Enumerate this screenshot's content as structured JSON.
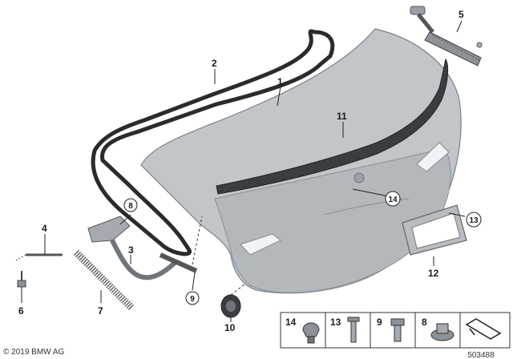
{
  "copyright": "© 2019 BMW AG",
  "diagram_id": "503488",
  "callouts": {
    "c1": "1",
    "c2": "2",
    "c3": "3",
    "c4": "4",
    "c5": "5",
    "c6": "6",
    "c7": "7",
    "c8": "8",
    "c9": "9",
    "c10": "10",
    "c11": "11",
    "c12": "12",
    "c13": "13",
    "c14": "14"
  },
  "legend": {
    "l14": "14",
    "l13": "13",
    "l9": "9",
    "l8": "8"
  },
  "colors": {
    "lid_fill": "#c2c6ca",
    "lid_shade": "#a9aeb3",
    "seal": "#2b2b2b",
    "spoiler": "#3a3d42"
  }
}
